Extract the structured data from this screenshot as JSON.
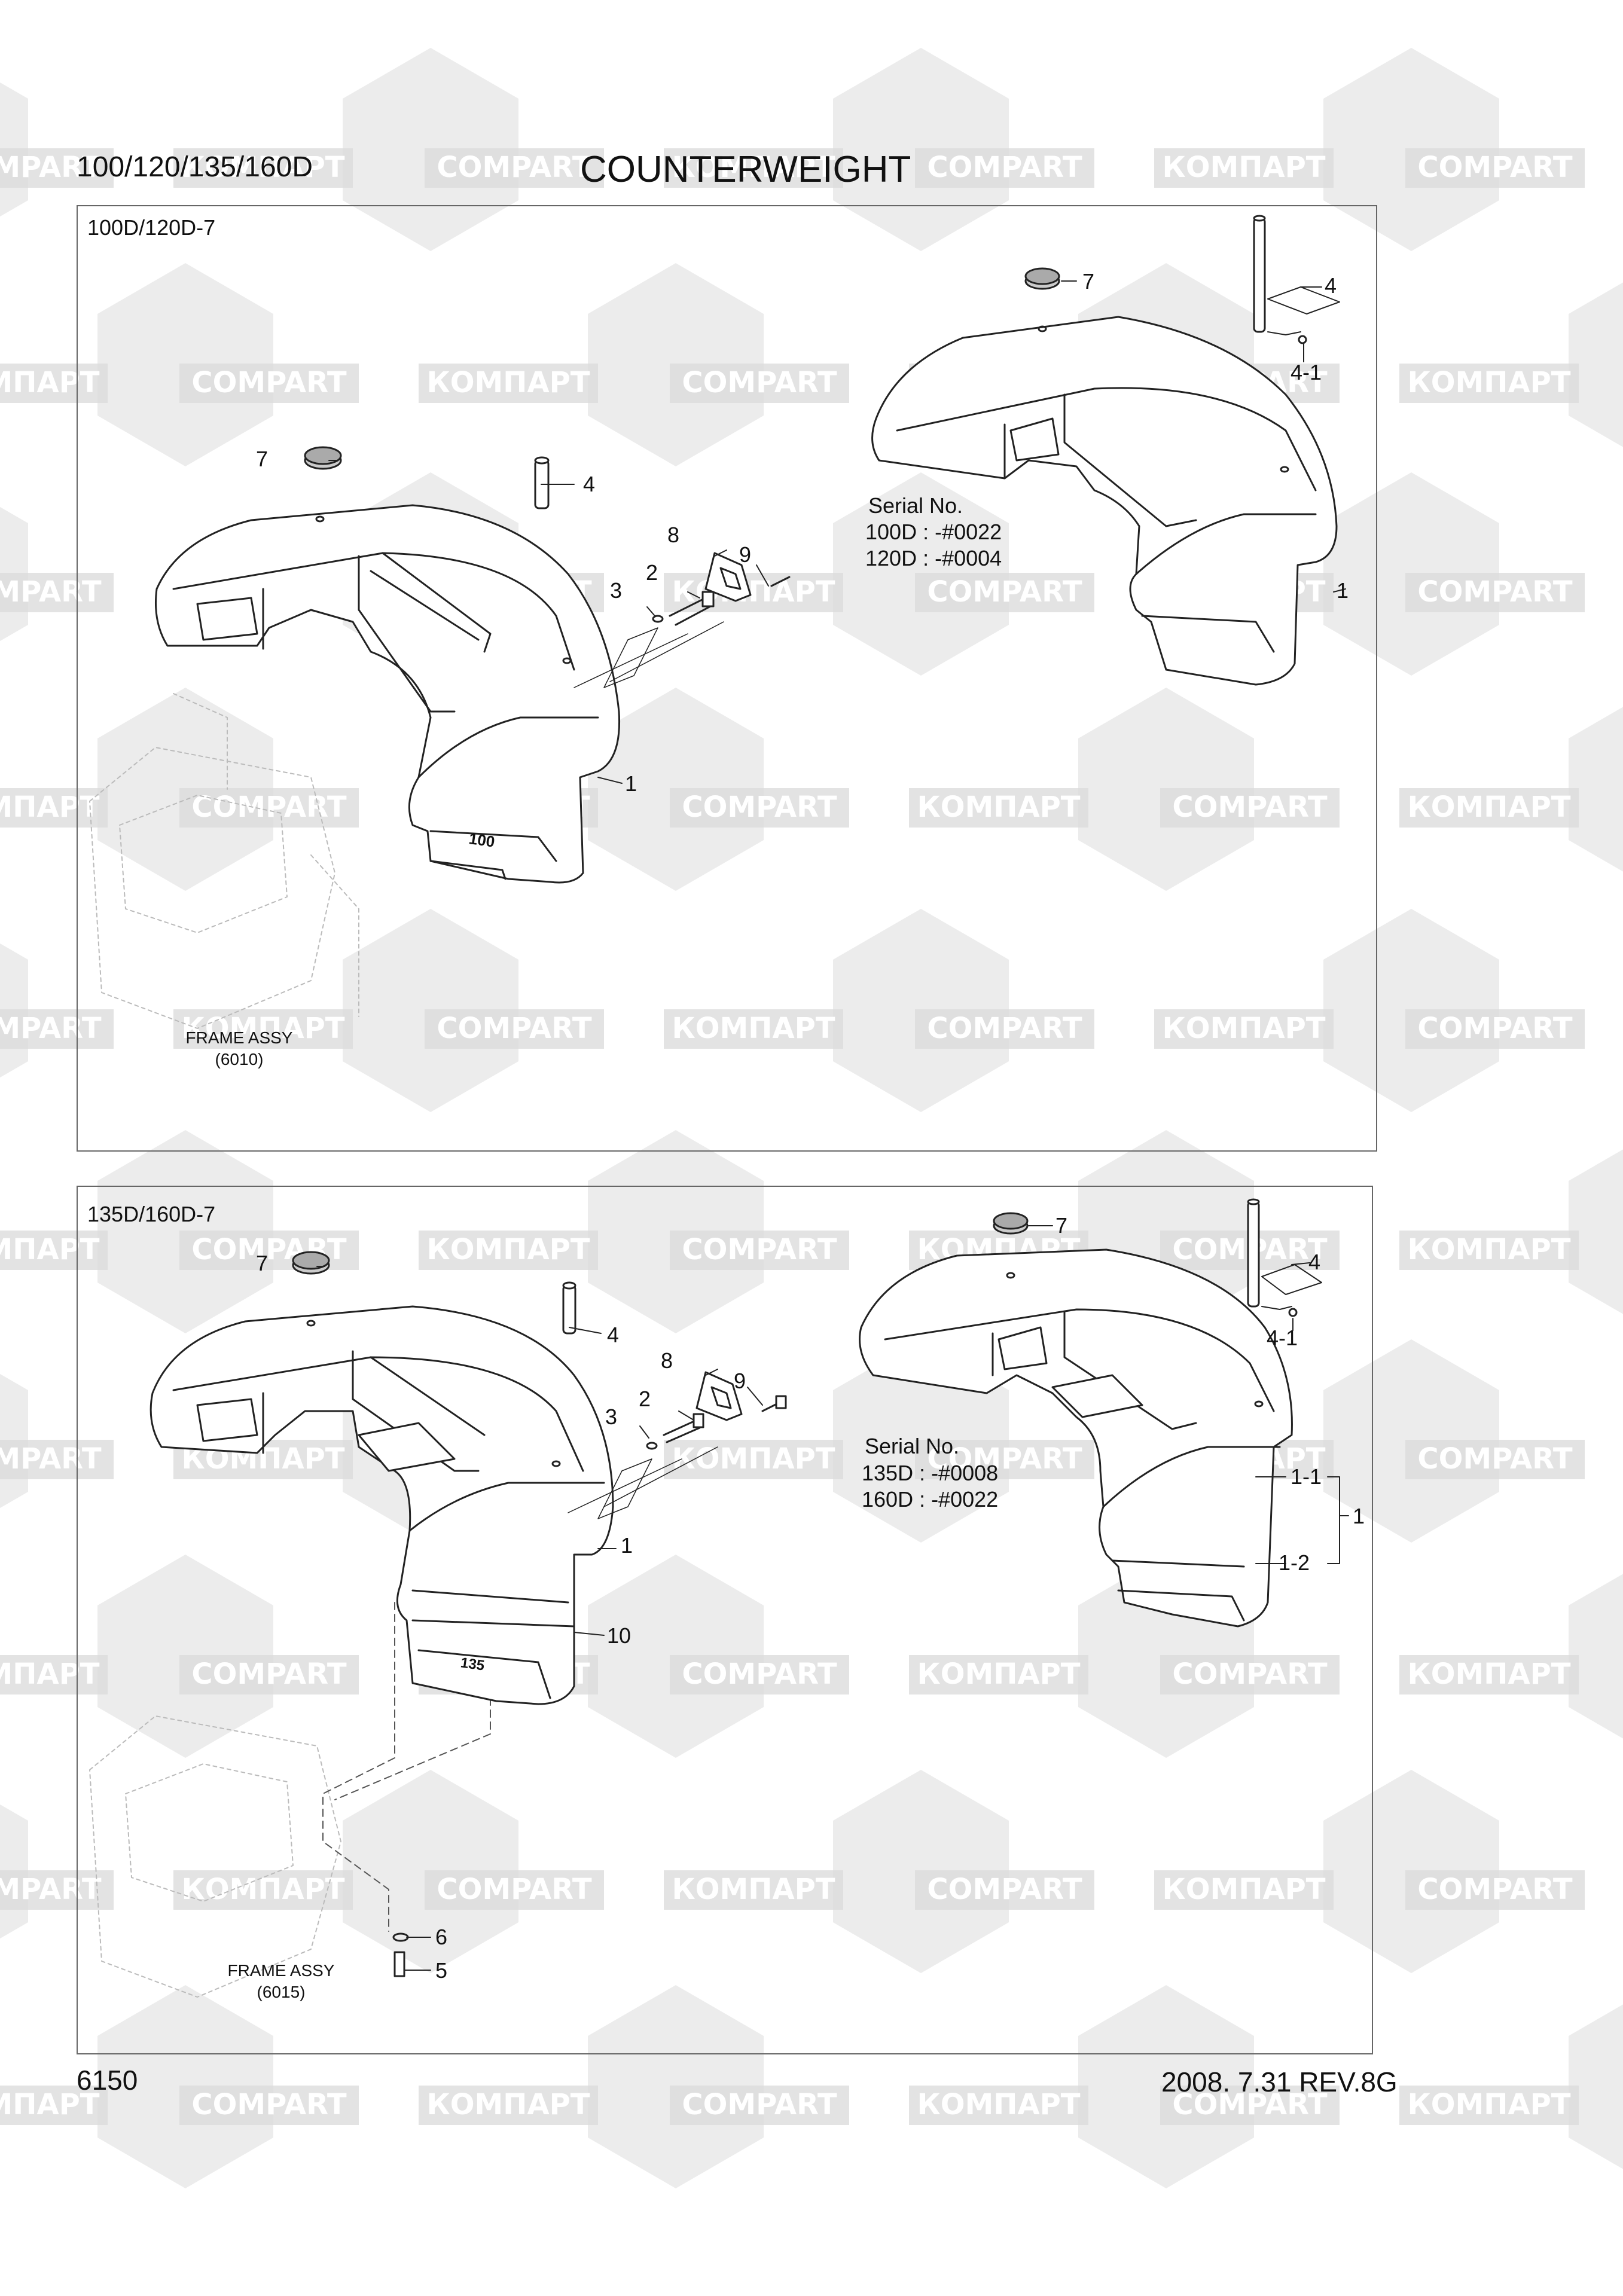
{
  "header": {
    "models": "100/120/135/160D",
    "title": "COUNTERWEIGHT"
  },
  "footer": {
    "page_number": "6150",
    "revision": "2008. 7.31 REV.8G"
  },
  "watermark": {
    "latin": "COMPART",
    "cyrillic": "КОМПАРТ",
    "color": "#dcdcdc"
  },
  "panels": [
    {
      "model_label": "100D/120D-7",
      "serial": {
        "heading": "Serial No.",
        "lines": [
          "100D : -#0022",
          "120D : -#0004"
        ]
      },
      "frame_assy": {
        "name": "FRAME ASSY",
        "ref": "(6010)"
      },
      "casting_mark": "100",
      "callouts": [
        "7",
        "4",
        "8",
        "9",
        "2",
        "3",
        "1",
        "7",
        "4",
        "4-1",
        "1"
      ]
    },
    {
      "model_label": "135D/160D-7",
      "serial": {
        "heading": "Serial No.",
        "lines": [
          "135D : -#0008",
          "160D : -#0022"
        ]
      },
      "frame_assy": {
        "name": "FRAME ASSY",
        "ref": "(6015)"
      },
      "casting_mark": "135",
      "callouts": [
        "7",
        "4",
        "8",
        "9",
        "2",
        "3",
        "1",
        "10",
        "6",
        "5",
        "7",
        "4",
        "4-1",
        "1-1",
        "1",
        "1-2"
      ]
    }
  ]
}
